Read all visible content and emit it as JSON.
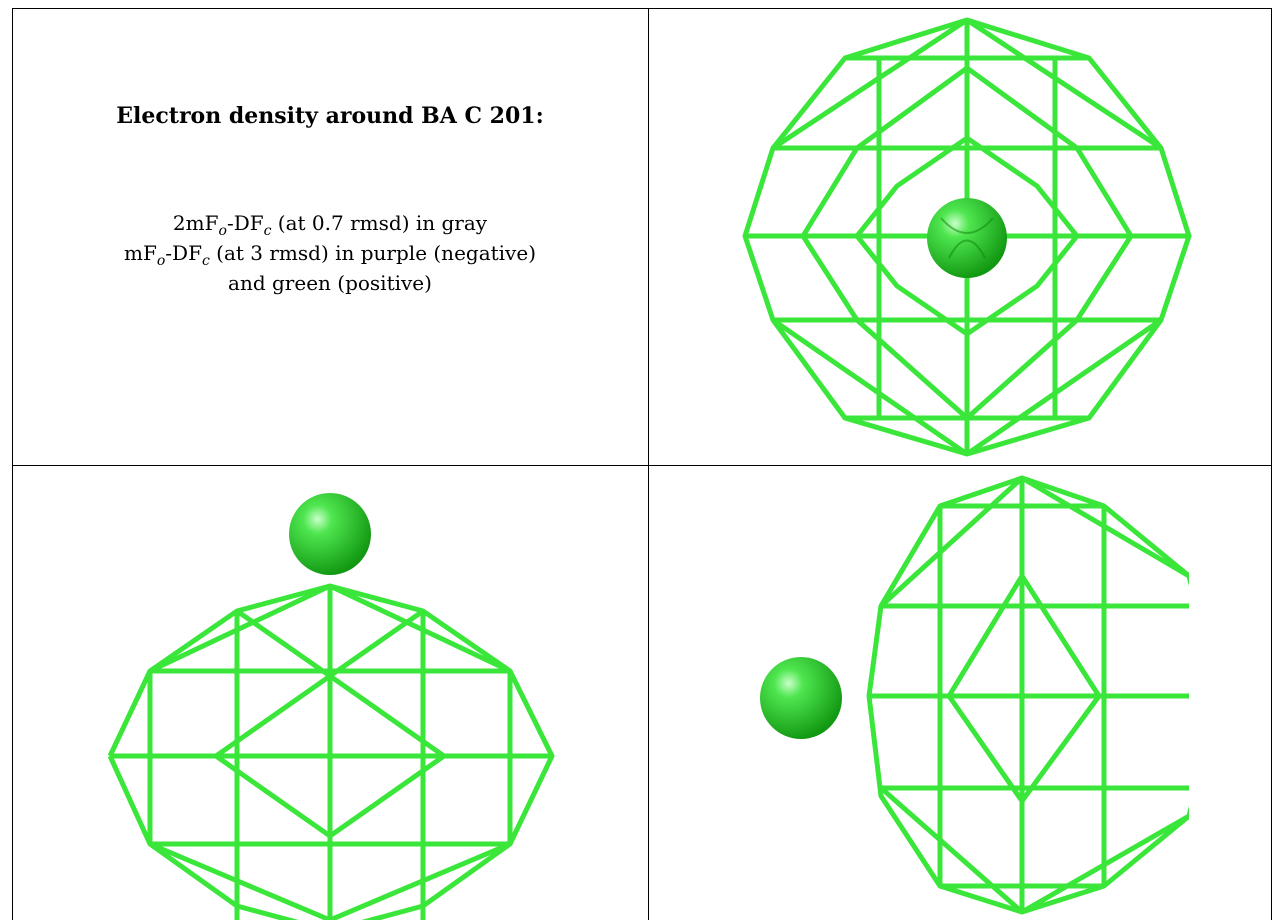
{
  "caption": {
    "title": "Electron density around BA C 201:",
    "line1": {
      "a": "2mF",
      "o": "o",
      "b": "-DF",
      "c": "c",
      "rest": " (at 0.7 rmsd) in gray"
    },
    "line2": {
      "a": "mF",
      "o": "o",
      "b": "-DF",
      "c": "c",
      "rest": " (at 3 rmsd) in purple (negative)"
    },
    "line3": "and green (positive)"
  },
  "views": [
    {
      "view": "top-right"
    },
    {
      "view": "bottom-left"
    },
    {
      "view": "bottom-right"
    }
  ],
  "colors": {
    "mesh": "#39e639",
    "mesh_dark": "#1fb51f",
    "sphere": "#2fd42f",
    "border": "#000000"
  }
}
